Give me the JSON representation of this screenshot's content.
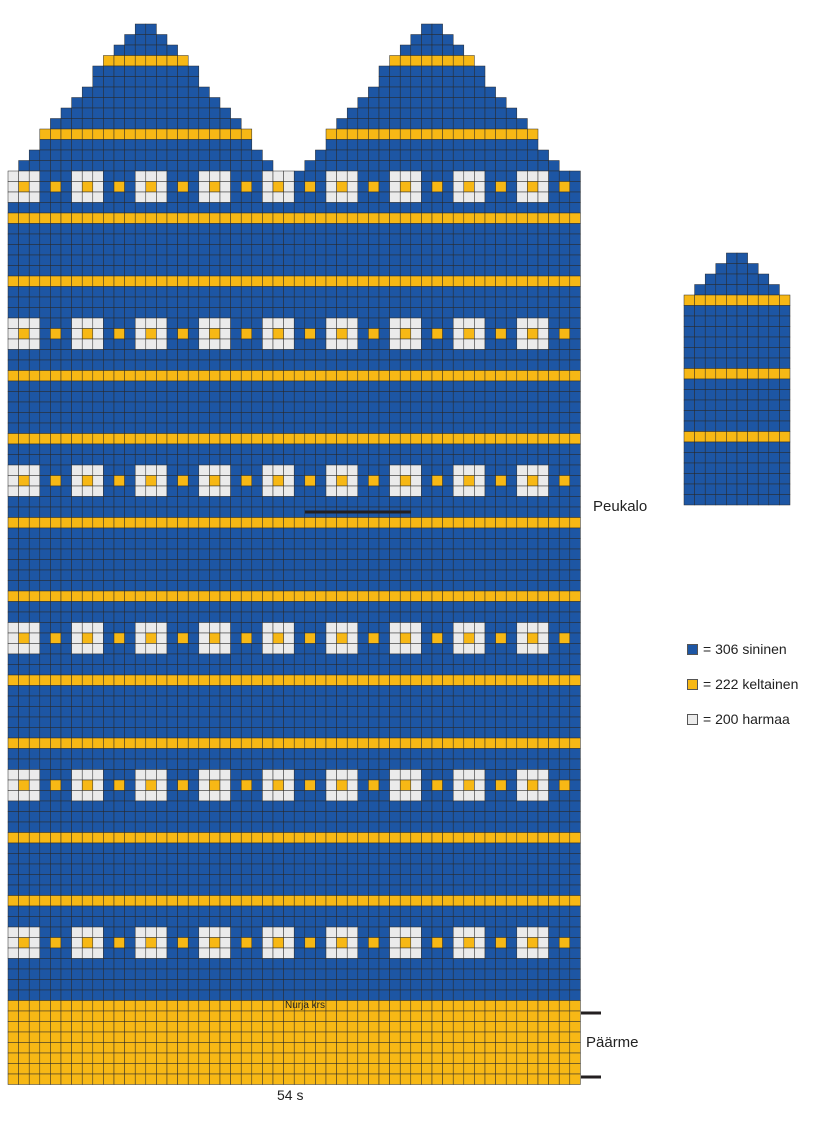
{
  "colors": {
    "blue": "#1d56a4",
    "yellow": "#f7b815",
    "gray": "#ebebeb",
    "grid": "#2a2a2a",
    "marker": "#231f20"
  },
  "labels": {
    "thumb": "Peukalo",
    "cuff": "Päärme",
    "purl_round": "Nurja krs",
    "stitch_count": "54 s"
  },
  "legend": [
    {
      "color_key": "blue",
      "text": "= 306 sininen"
    },
    {
      "color_key": "yellow",
      "text": "= 222 keltainen"
    },
    {
      "color_key": "gray",
      "text": "= 200 harmaa"
    }
  ],
  "chart_data": {
    "type": "knitting-chart",
    "stitches": 54,
    "legend_items": [
      "306 sininen",
      "222 keltainen",
      "200 harmaa"
    ],
    "cuff_rows": 8,
    "star_band_count": 6,
    "thumb_chart": {
      "stitches": 10,
      "rows": 24
    }
  }
}
